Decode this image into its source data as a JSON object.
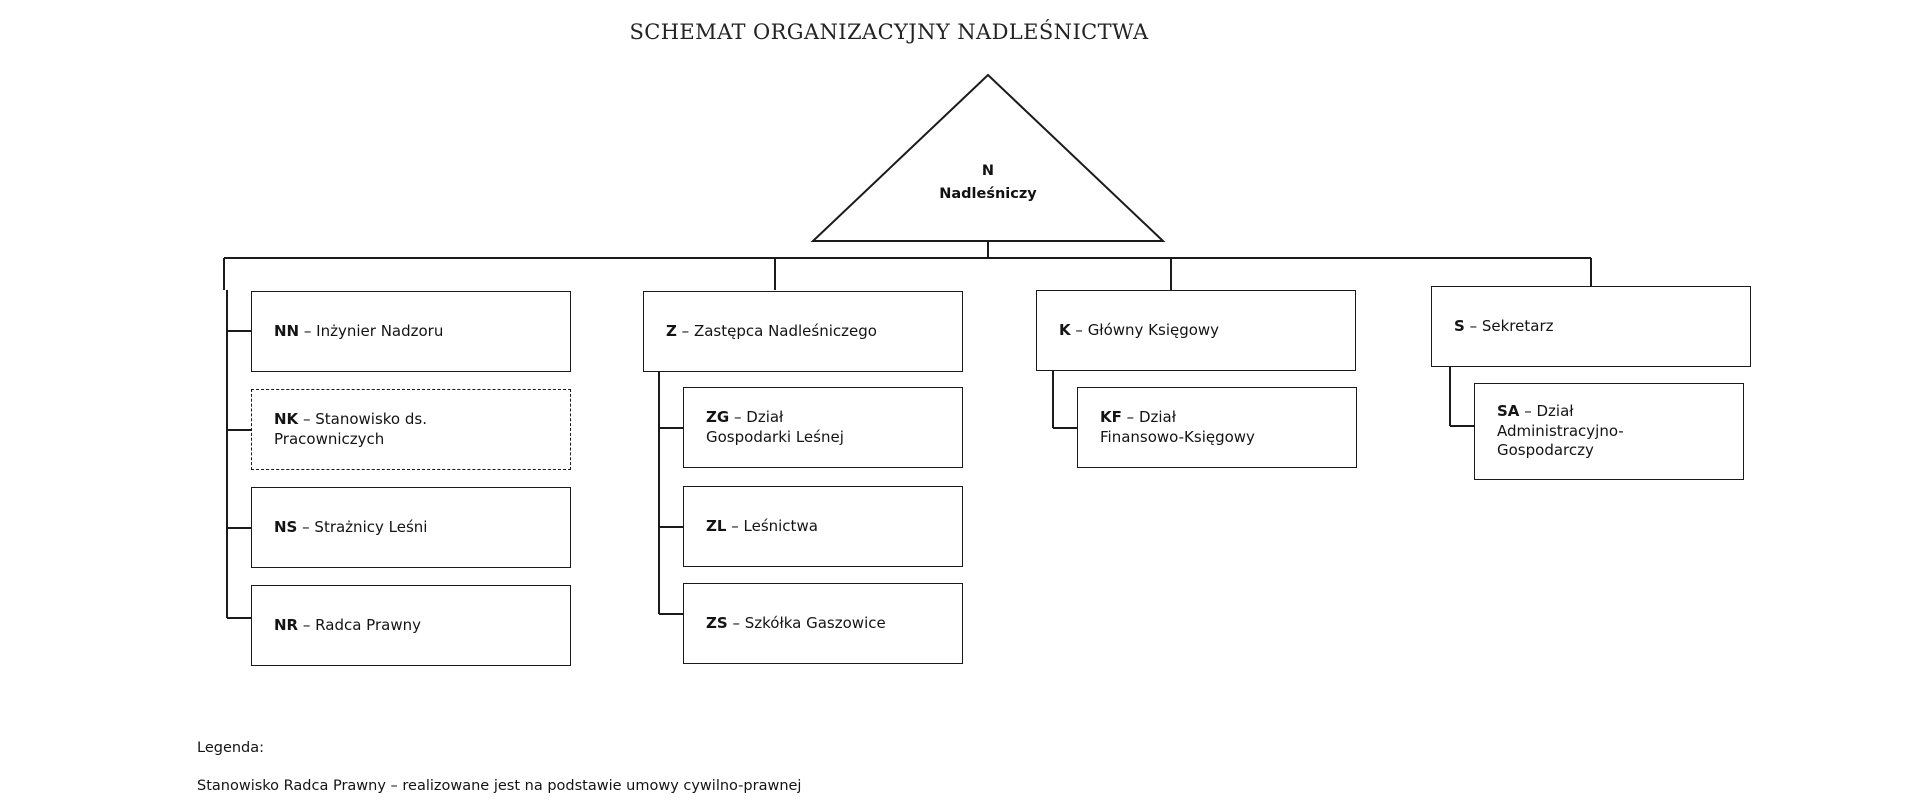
{
  "title": "SCHEMAT ORGANIZACYJNY NADLEŚNICTWA",
  "apex": {
    "code": "N",
    "role": "Nadleśniczy"
  },
  "columns": [
    {
      "head": {
        "code": "NN",
        "dash": "–",
        "label": "Inżynier Nadzoru",
        "style": "solid"
      },
      "children": [
        {
          "code": "NK",
          "dash": "–",
          "label": "Stanowisko ds.\nPracowniczych",
          "style": "dashed"
        },
        {
          "code": "NS",
          "dash": "–",
          "label": "Strażnicy Leśni",
          "style": "solid"
        },
        {
          "code": "NR",
          "dash": "–",
          "label": "Radca Prawny",
          "style": "solid"
        }
      ]
    },
    {
      "head": {
        "code": "Z",
        "dash": "–",
        "label": "Zastępca Nadleśniczego",
        "style": "solid"
      },
      "children": [
        {
          "code": "ZG",
          "dash": "–",
          "label": "Dział\nGospodarki Leśnej",
          "style": "solid"
        },
        {
          "code": "ZL",
          "dash": "–",
          "label": "Leśnictwa",
          "style": "solid"
        },
        {
          "code": "ZS",
          "dash": "–",
          "label": "Szkółka Gaszowice",
          "style": "solid"
        }
      ]
    },
    {
      "head": {
        "code": "K",
        "dash": "–",
        "label": "Główny Księgowy",
        "style": "solid"
      },
      "children": [
        {
          "code": "KF",
          "dash": "–",
          "label": "Dział\nFinansowo-Księgowy",
          "style": "solid"
        }
      ]
    },
    {
      "head": {
        "code": "S",
        "dash": "–",
        "label": "Sekretarz",
        "style": "solid"
      },
      "children": [
        {
          "code": "SA",
          "dash": "–",
          "label": "Dział\nAdministracyjno-\nGospodarczy",
          "style": "solid"
        }
      ]
    }
  ],
  "legend": {
    "title": "Legenda:",
    "note": "Stanowisko Radca Prawny – realizowane jest na podstawie umowy cywilno-prawnej"
  },
  "colors": {
    "line": "#1b1b1b",
    "text": "#141414",
    "background": "#ffffff"
  }
}
